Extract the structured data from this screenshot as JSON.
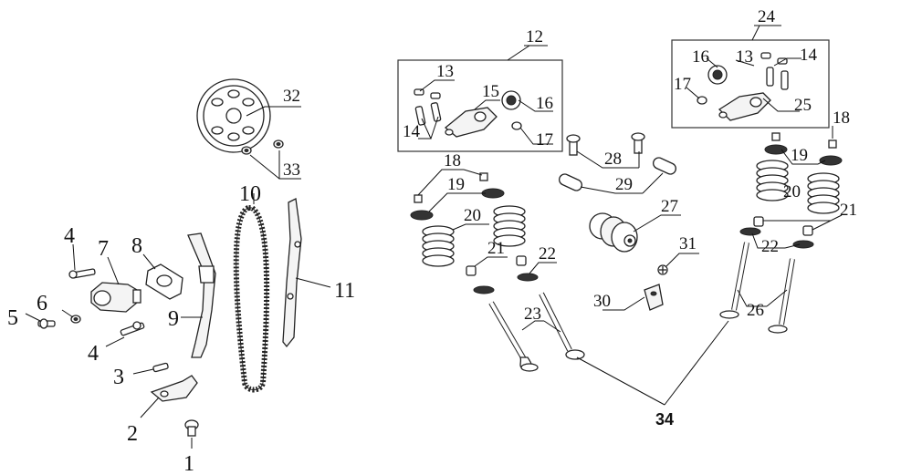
{
  "parts": {
    "p1": "1",
    "p2": "2",
    "p3": "3",
    "p4": "4",
    "p5": "5",
    "p6": "6",
    "p7": "7",
    "p8": "8",
    "p9": "9",
    "p10": "10",
    "p11": "11",
    "p12": "12",
    "p13": "13",
    "p14": "14",
    "p15": "15",
    "p16": "16",
    "p17": "17",
    "p18": "18",
    "p19": "19",
    "p20": "20",
    "p21": "21",
    "p22": "22",
    "p23": "23",
    "p24": "24",
    "p25": "25",
    "p26": "26",
    "p27": "27",
    "p28": "28",
    "p29": "29",
    "p30": "30",
    "p31": "31",
    "p32": "32",
    "p33": "33",
    "p34": "34"
  }
}
